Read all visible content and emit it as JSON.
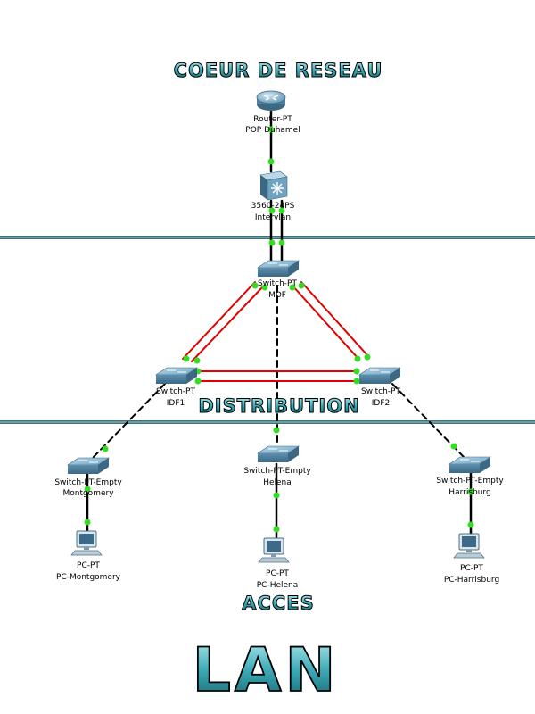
{
  "titles": {
    "core": "COEUR DE RESEAU",
    "distribution": "DISTRIBUTION",
    "access": "ACCES",
    "lan": "LAN"
  },
  "colors": {
    "title_fill": "#3ba9b5",
    "title_stroke": "#000000",
    "divider": "#4a7b80",
    "link_copper": "#000000",
    "link_redundant": "#e00000",
    "port_up": "#33dd22",
    "device_body": "#6fa3c0"
  },
  "devices": {
    "router": {
      "line1": "Router-PT",
      "line2": "POP Duhamel",
      "icon": "router-icon"
    },
    "l3switch": {
      "line1": "3560-24PS",
      "line2": "Intervlan",
      "icon": "multilayer-switch-icon"
    },
    "mdf": {
      "line1": "Switch-PT",
      "line2": "MDF",
      "icon": "switch-icon"
    },
    "idf1": {
      "line1": "Switch-PT",
      "line2": "IDF1",
      "icon": "switch-icon"
    },
    "idf2": {
      "line1": "Switch-PT",
      "line2": "IDF2",
      "icon": "switch-icon"
    },
    "sw_montgomery": {
      "line1": "Switch-PT-Empty",
      "line2": "Montgomery",
      "icon": "switch-icon"
    },
    "sw_helena": {
      "line1": "Switch-PT-Empty",
      "line2": "Helena",
      "icon": "switch-icon"
    },
    "sw_harrisburg": {
      "line1": "Switch-PT-Empty",
      "line2": "Harrisburg",
      "icon": "switch-icon"
    },
    "pc_montgomery": {
      "line1": "PC-PT",
      "line2": "PC-Montgomery",
      "icon": "pc-icon"
    },
    "pc_helena": {
      "line1": "PC-PT",
      "line2": "PC-Helena",
      "icon": "pc-icon"
    },
    "pc_harrisburg": {
      "line1": "PC-PT",
      "line2": "PC-Harrisburg",
      "icon": "pc-icon"
    }
  }
}
